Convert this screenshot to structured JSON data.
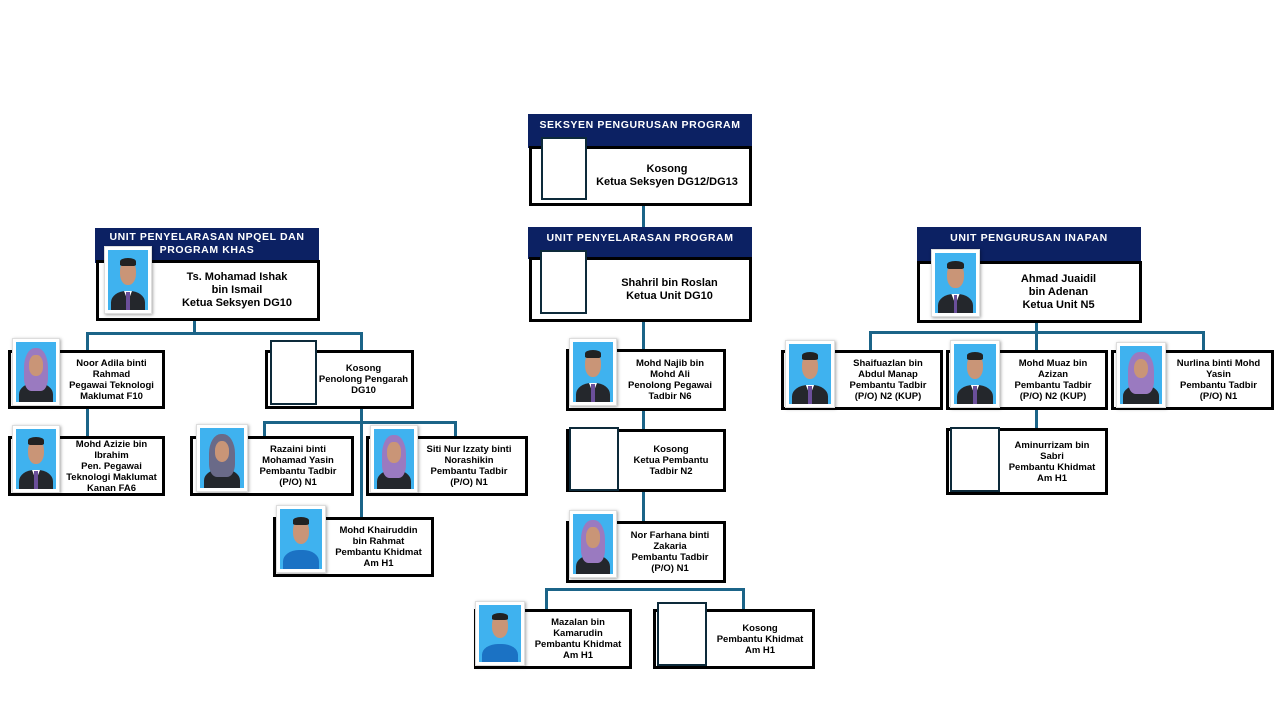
{
  "colors": {
    "header_bg": "#0c2163",
    "connector": "#1b6488",
    "photo_bg": "#3fb2ef"
  },
  "seksyen": {
    "header": "SEKSYEN PENGURUSAN PROGRAM",
    "text": "Kosong\nKetua Seksyen DG12/DG13"
  },
  "npqel": {
    "header": "UNIT PENYELARASAN NPQEL DAN\nPROGRAM KHAS",
    "head": "Ts. Mohamad Ishak\nbin Ismail\nKetua  Seksyen DG10",
    "staff": [
      {
        "text": "Noor Adila binti\nRahmad\nPegawai Teknologi\nMaklumat F10"
      },
      {
        "text": "Mohd Azizie bin\nIbrahim\nPen. Pegawai\nTeknologi Maklumat\nKanan FA6"
      },
      {
        "text": "Kosong\nPenolong Pengarah\nDG10"
      },
      {
        "text": "Razaini binti\nMohamad Yasin\nPembantu Tadbir\n(P/O) N1"
      },
      {
        "text": "Siti Nur Izzaty binti\nNorashikin\nPembantu Tadbir\n(P/O) N1"
      },
      {
        "text": "Mohd Khairuddin\nbin Rahmat\nPembantu Khidmat\nAm H1"
      }
    ]
  },
  "upp": {
    "header": "UNIT PENYELARASAN PROGRAM",
    "head": "Shahril bin Roslan\nKetua Unit DG10",
    "staff": [
      {
        "text": "Mohd Najib bin\nMohd Ali\nPenolong Pegawai\nTadbir N6"
      },
      {
        "text": "Kosong\nKetua Pembantu\nTadbir N2"
      },
      {
        "text": "Nor Farhana binti\nZakaria\nPembantu Tadbir\n(P/O) N1"
      },
      {
        "text": "Mazalan bin\nKamarudin\nPembantu Khidmat\nAm H1"
      },
      {
        "text": "Kosong\nPembantu Khidmat\nAm H1"
      }
    ]
  },
  "inapan": {
    "header": "UNIT PENGURUSAN INAPAN",
    "head": "Ahmad Juaidil\nbin Adenan\nKetua Unit N5",
    "staff": [
      {
        "text": "Shaifuazlan bin\nAbdul Manap\nPembantu Tadbir\n(P/O) N2 (KUP)"
      },
      {
        "text": "Mohd Muaz bin\nAzizan\nPembantu Tadbir\n(P/O) N2 (KUP)"
      },
      {
        "text": "Nurlina binti Mohd\nYasin\nPembantu Tadbir\n(P/O) N1"
      },
      {
        "text": "Aminurrizam bin\nSabri\nPembantu Khidmat\nAm H1"
      }
    ]
  }
}
